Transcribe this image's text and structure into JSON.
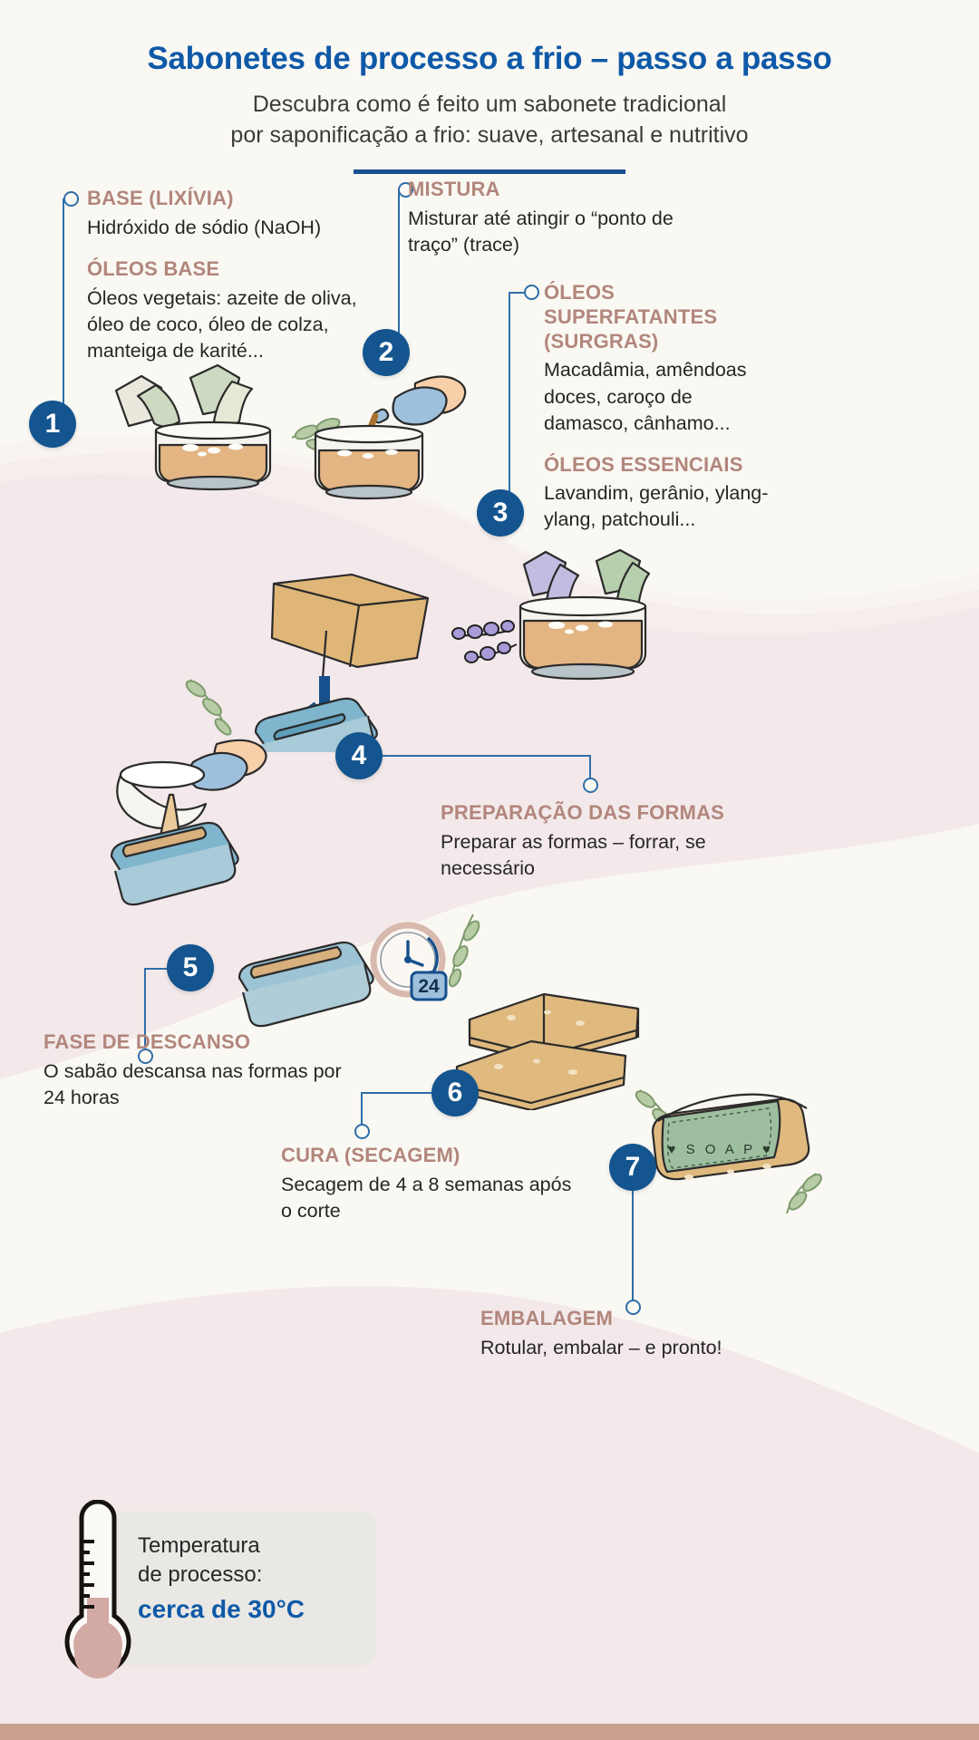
{
  "header": {
    "title": "Sabonetes de processo a frio – passo a passo",
    "subtitle_line1": "Descubra como é feito um sabonete tradicional",
    "subtitle_line2": "por saponificação a frio: suave, artesanal e nutritivo"
  },
  "accent_colors": {
    "title_blue": "#0e59a8",
    "kicker_rose": "#b2867c",
    "badge_blue": "#14558f",
    "path_pink": "#f2e7e9",
    "background": "#faf8f3",
    "bottom_strip": "#c99f90"
  },
  "steps": [
    {
      "number": "1",
      "groups": [
        {
          "kicker": "BASE (LIXÍVIA)",
          "body": "Hidróxido de sódio (NaOH)"
        },
        {
          "kicker": "ÓLEOS BASE",
          "body": "Óleos vegetais: azeite de oliva, óleo de coco, óleo de colza, manteiga de karité..."
        }
      ]
    },
    {
      "number": "2",
      "groups": [
        {
          "kicker": "MISTURA",
          "body": "Misturar até atingir o “ponto de traço” (trace)"
        }
      ]
    },
    {
      "number": "3",
      "groups": [
        {
          "kicker": "ÓLEOS SUPERFATANTES (SURGRAS)",
          "body": "Macadâmia, amêndoas doces, caroço de damasco, cânhamo..."
        },
        {
          "kicker": "ÓLEOS ESSENCIAIS",
          "body": "Lavandim, gerânio, ylang-ylang, patchouli..."
        }
      ]
    },
    {
      "number": "4",
      "groups": [
        {
          "kicker": "PREPARAÇÃO DAS FORMAS",
          "body": "Preparar as formas – forrar, se necessário"
        }
      ]
    },
    {
      "number": "5",
      "groups": [
        {
          "kicker": "FASE DE DESCANSO",
          "body": "O sabão descansa nas formas por 24 horas"
        }
      ]
    },
    {
      "number": "6",
      "groups": [
        {
          "kicker": "CURA (SECAGEM)",
          "body": "Secagem de 4 a 8 semanas após o corte"
        }
      ]
    },
    {
      "number": "7",
      "groups": [
        {
          "kicker": "EMBALAGEM",
          "body": "Rotular, embalar – e pronto!"
        }
      ]
    }
  ],
  "temperature": {
    "label_line1": "Temperatura",
    "label_line2": "de processo:",
    "value": "cerca de 30°C"
  },
  "illustration_labels": {
    "clock_badge": "24",
    "soap_label": "♥ S O A P ♥"
  }
}
